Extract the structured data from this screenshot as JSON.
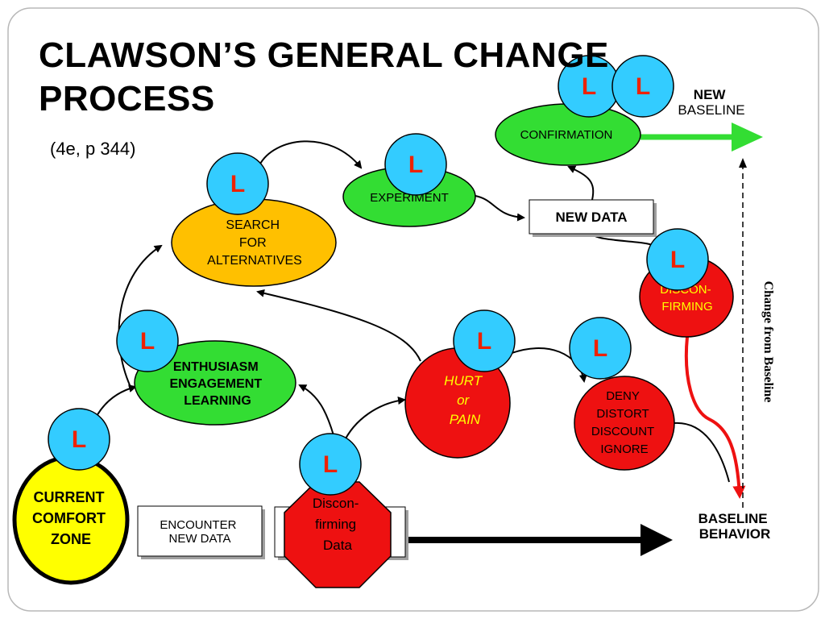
{
  "title_line1": "CLAWSON’S GENERAL CHANGE",
  "title_line2": "PROCESS",
  "subtitle": "(4e, p 344)",
  "badge_letter": "L",
  "nodes": {
    "current_comfort_zone": [
      "CURRENT",
      "COMFORT",
      "ZONE"
    ],
    "encounter_new_data": [
      "ENCOUNTER",
      "NEW DATA"
    ],
    "disconfirming_data": [
      "Discon-",
      "firming",
      "Data"
    ],
    "enthusiasm": [
      "ENTHUSIASM",
      "ENGAGEMENT",
      "LEARNING"
    ],
    "search": [
      "SEARCH",
      "FOR",
      "ALTERNATIVES"
    ],
    "experiment": [
      "EXPERIMENT"
    ],
    "new_data": [
      "NEW DATA"
    ],
    "confirmation": [
      "CONFIRMATION"
    ],
    "disconfirming": [
      "DISCON-",
      "FIRMING"
    ],
    "hurt": [
      "HURT",
      "or",
      "PAIN"
    ],
    "deny": [
      "DENY",
      "DISTORT",
      "DISCOUNT",
      "IGNORE"
    ]
  },
  "labels": {
    "new_baseline": [
      "NEW",
      "BASELINE"
    ],
    "baseline_behavior": [
      "BASELINE",
      "BEHAVIOR"
    ],
    "change_from_baseline": "Change from Baseline"
  },
  "colors": {
    "green": "#33dd33",
    "orange": "#ffc000",
    "red": "#ee1111",
    "yellow": "#ffff00",
    "badge_blue": "#33ccff",
    "badge_letter": "#ee2200"
  }
}
